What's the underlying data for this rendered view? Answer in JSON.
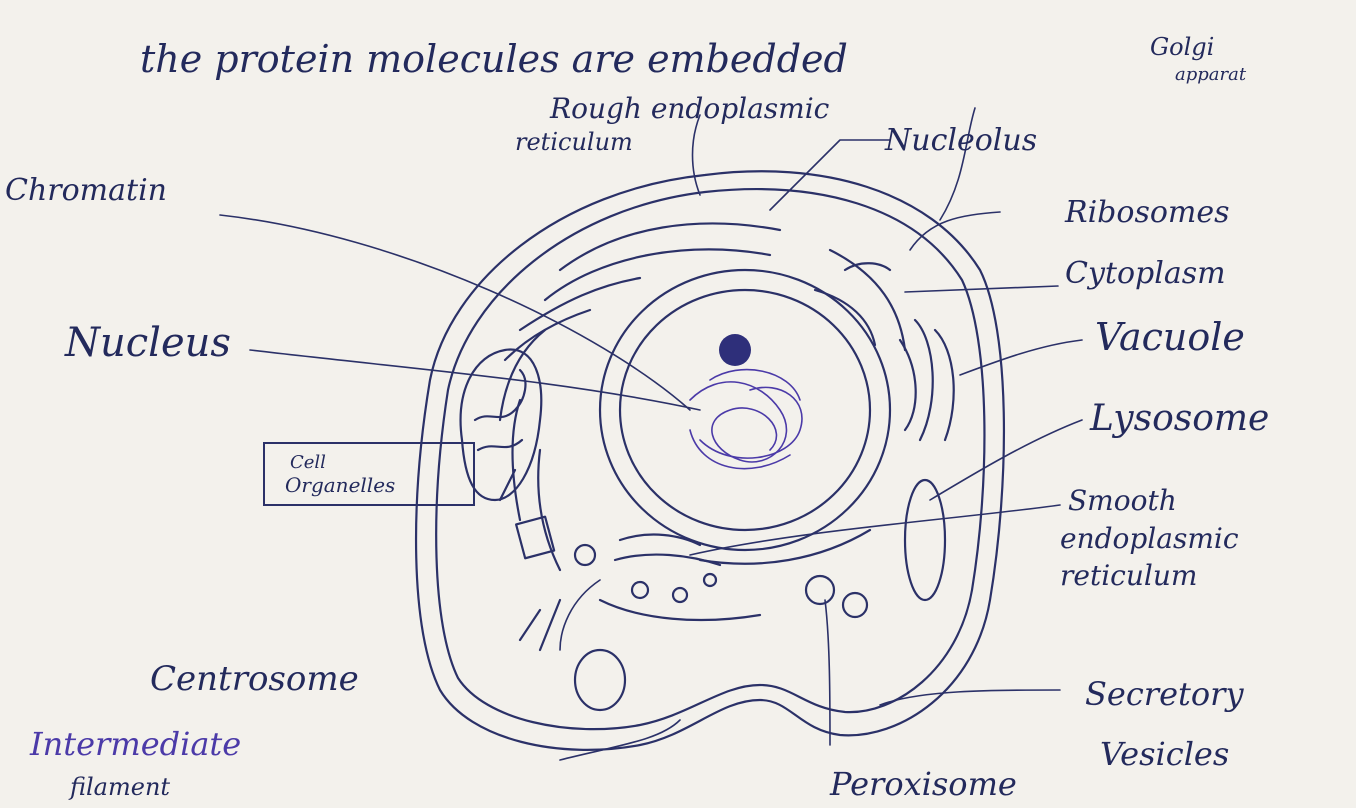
{
  "heading_fragment": "the protein molecules are embedded",
  "colors": {
    "paper": "#f3f1ec",
    "ink": "#232a5c",
    "pencil_purple": "#4b3aa8",
    "nucleolus_fill": "#2e2f7a"
  },
  "labels": {
    "rough_er_line1": "Rough endoplasmic",
    "rough_er_line2": "reticulum",
    "nucleolus": "Nucleolus",
    "golgi_line1": "Golgi",
    "golgi_line2": "apparat",
    "chromatin": "Chromatin",
    "ribosomes": "Ribosomes",
    "cytoplasm": "Cytoplasm",
    "nucleus": "Nucleus",
    "vacuole": "Vacuole",
    "lysosome": "Lysosome",
    "cell_organelles_line1": "Cell",
    "cell_organelles_line2": "Organelles",
    "smooth_er_line1": "Smooth",
    "smooth_er_line2": "endoplasmic",
    "smooth_er_line3": "reticulum",
    "centrosome": "Centrosome",
    "secretory_line1": "Secretory",
    "secretory_line2": "Vesicles",
    "intermediate_line1": "Intermediate",
    "intermediate_line2": "filament",
    "peroxisome": "Peroxisome"
  }
}
